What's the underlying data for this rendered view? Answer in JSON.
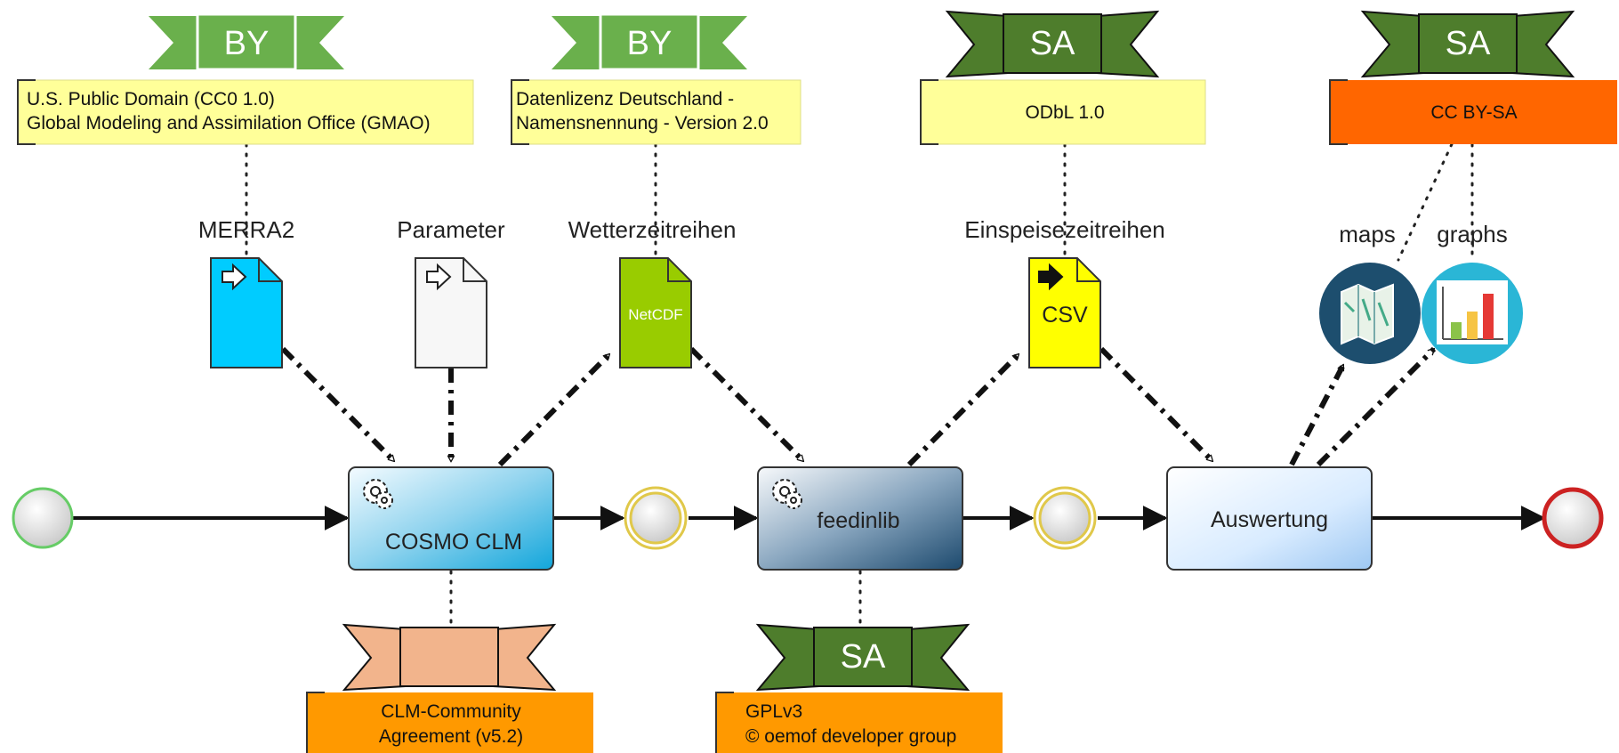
{
  "licenses": {
    "merra2_license": {
      "line1": "U.S. Public Domain (CC0 1.0)",
      "line2": "Global Modeling and Assimilation Office (GMAO)",
      "badge": "BY"
    },
    "wetter_license": {
      "line1": "Datenlizenz Deutschland -",
      "line2": "Namensnennung - Version 2.0",
      "badge": "BY"
    },
    "einspeise_license": {
      "line1": "ODbL 1.0",
      "badge": "SA"
    },
    "results_license": {
      "line1": "CC BY-SA",
      "badge": "SA"
    },
    "cosmo_license": {
      "line1": "CLM-Community",
      "line2": "Agreement (v5.2)",
      "badge": ""
    },
    "feedinlib_license": {
      "line1": "GPLv3",
      "line2": "© oemof developer group",
      "badge": "SA"
    }
  },
  "data_objects": {
    "merra2": {
      "label": "MERRA2"
    },
    "parameter": {
      "label": "Parameter"
    },
    "wetter": {
      "label": "Wetterzeitreihen",
      "file_text": "NetCDF"
    },
    "einspeise": {
      "label": "Einspeisezeitreihen",
      "file_text": "CSV"
    },
    "maps": {
      "label": "maps"
    },
    "graphs": {
      "label": "graphs"
    }
  },
  "tasks": {
    "cosmo": {
      "label": "COSMO CLM"
    },
    "feedinlib": {
      "label": "feedinlib"
    },
    "auswertung": {
      "label": "Auswertung"
    }
  },
  "colors": {
    "license_yellow": "#ffff99",
    "license_orange": "#ff9900",
    "license_red_orange": "#ff6600",
    "ribbon_green": "#6ab04c",
    "ribbon_dark_green": "#4e7d2c",
    "ribbon_peach": "#f2b48c",
    "file_blue": "#00ccff",
    "file_green": "#99cc00",
    "file_yellow": "#ffff00",
    "start_event": "#66cc66",
    "intermediate_event": "#e0c84a",
    "end_event": "#cc2222"
  }
}
